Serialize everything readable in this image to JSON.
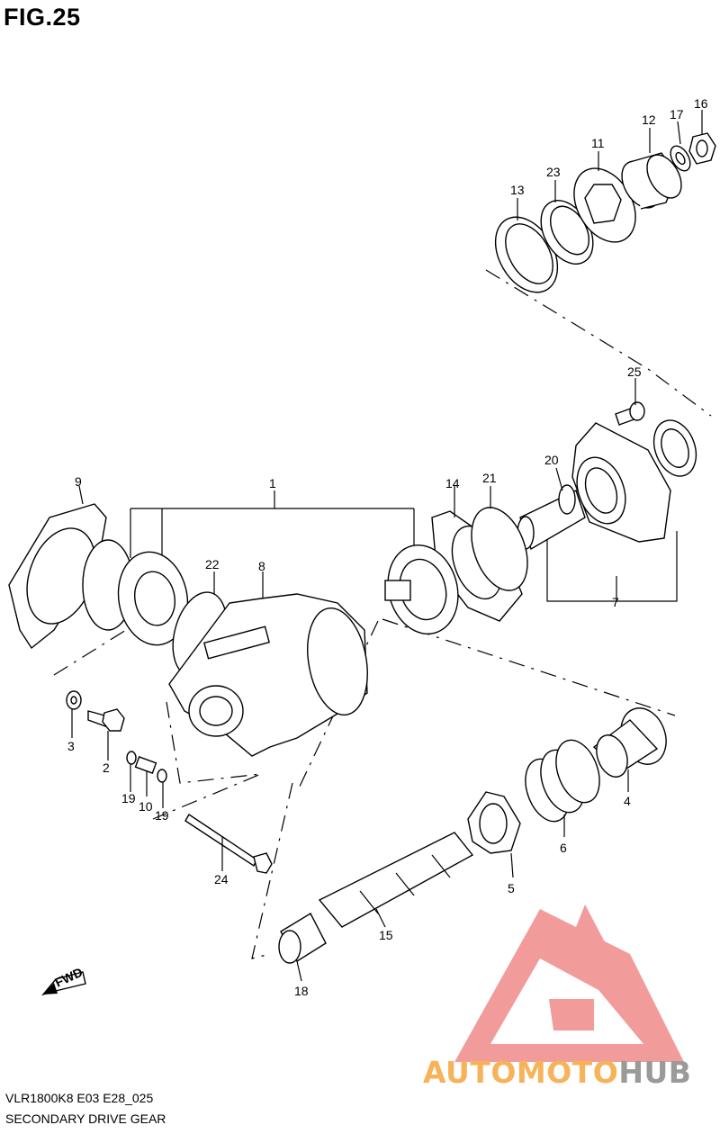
{
  "figure": {
    "title": "FIG.25",
    "model_code": "VLR1800K8 E03 E28_025",
    "caption": "SECONDARY DRIVE GEAR",
    "fwd_label": "FWD"
  },
  "watermark": {
    "brand_part1": "AUTOMOTO",
    "brand_part2": "HUB",
    "logo_color": "#f08a8a",
    "text_color_1": "#f7b25a",
    "text_color_2": "#9a9a9a"
  },
  "parts": [
    {
      "id": "1",
      "label": "1"
    },
    {
      "id": "2",
      "label": "2"
    },
    {
      "id": "3",
      "label": "3"
    },
    {
      "id": "4",
      "label": "4"
    },
    {
      "id": "5",
      "label": "5"
    },
    {
      "id": "6",
      "label": "6"
    },
    {
      "id": "7",
      "label": "7"
    },
    {
      "id": "8",
      "label": "8"
    },
    {
      "id": "9",
      "label": "9"
    },
    {
      "id": "10",
      "label": "10"
    },
    {
      "id": "11",
      "label": "11"
    },
    {
      "id": "12",
      "label": "12"
    },
    {
      "id": "13",
      "label": "13"
    },
    {
      "id": "14",
      "label": "14"
    },
    {
      "id": "15",
      "label": "15"
    },
    {
      "id": "16",
      "label": "16"
    },
    {
      "id": "17",
      "label": "17"
    },
    {
      "id": "18",
      "label": "18"
    },
    {
      "id": "19a",
      "label": "19"
    },
    {
      "id": "19b",
      "label": "19"
    },
    {
      "id": "20",
      "label": "20"
    },
    {
      "id": "21",
      "label": "21"
    },
    {
      "id": "22",
      "label": "22"
    },
    {
      "id": "23",
      "label": "23"
    },
    {
      "id": "24",
      "label": "24"
    },
    {
      "id": "25",
      "label": "25"
    }
  ]
}
